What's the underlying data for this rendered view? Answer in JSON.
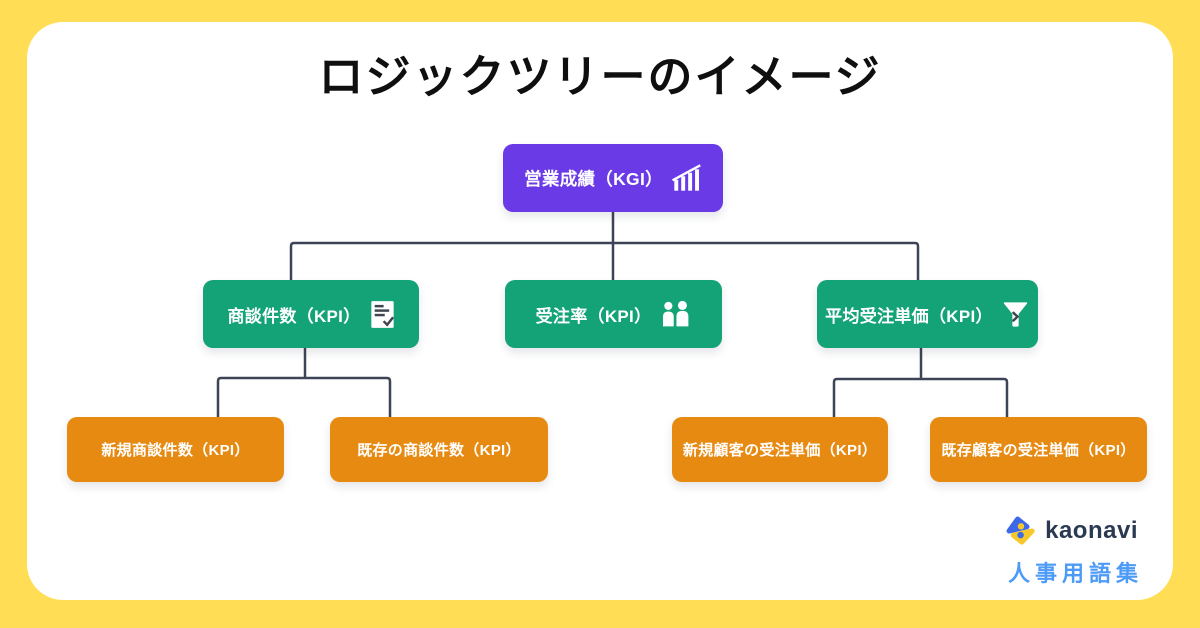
{
  "title": "ロジックツリーのイメージ",
  "colors": {
    "frame": "#FFDD55",
    "card": "#FFFFFF",
    "kgi_purple": "#6B3AE7",
    "kpi_green": "#14A377",
    "kpi_orange": "#E78A12",
    "connector": "#3D4456",
    "brand_navy": "#2B3A52",
    "brand_blue": "#4D9BF7",
    "logo_yellow": "#F7C82B",
    "logo_blue": "#3D68E8"
  },
  "tree": {
    "root": {
      "label": "営業成績（KGI）",
      "icon": "growth-chart-icon"
    },
    "level2": [
      {
        "label": "商談件数（KPI）",
        "icon": "document-check-icon"
      },
      {
        "label": "受注率（KPI）",
        "icon": "people-icon"
      },
      {
        "label": "平均受注単価（KPI）",
        "icon": "funnel-icon"
      }
    ],
    "level3": [
      {
        "label": "新規商談件数（KPI）",
        "parent_index": 0
      },
      {
        "label": "既存の商談件数（KPI）",
        "parent_index": 0
      },
      {
        "label": "新規顧客の受注単価（KPI）",
        "parent_index": 2
      },
      {
        "label": "既存顧客の受注単価（KPI）",
        "parent_index": 2
      }
    ]
  },
  "footer": {
    "brand": "kaonavi",
    "series": "人事用語集"
  }
}
